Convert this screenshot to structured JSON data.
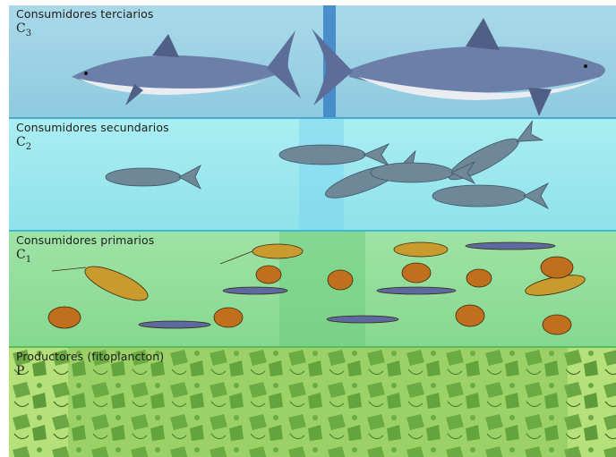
{
  "levels": {
    "c3": {
      "title": "Consumidores terciarios",
      "symbol": "C",
      "subscript": "3",
      "organism": "shark",
      "accent": "#3f86c8"
    },
    "c2": {
      "title": "Consumidores secundarios",
      "symbol": "C",
      "subscript": "2",
      "organism": "fish",
      "accent": "#7ed7ef"
    },
    "c1": {
      "title": "Consumidores primarios",
      "symbol": "C",
      "subscript": "1",
      "organism": "zooplankton",
      "accent": "#6fce80"
    },
    "p": {
      "title": "Productores (fitoplancton)",
      "symbol": "P",
      "organism": "phytoplankton",
      "accent": "#6bb444"
    }
  }
}
